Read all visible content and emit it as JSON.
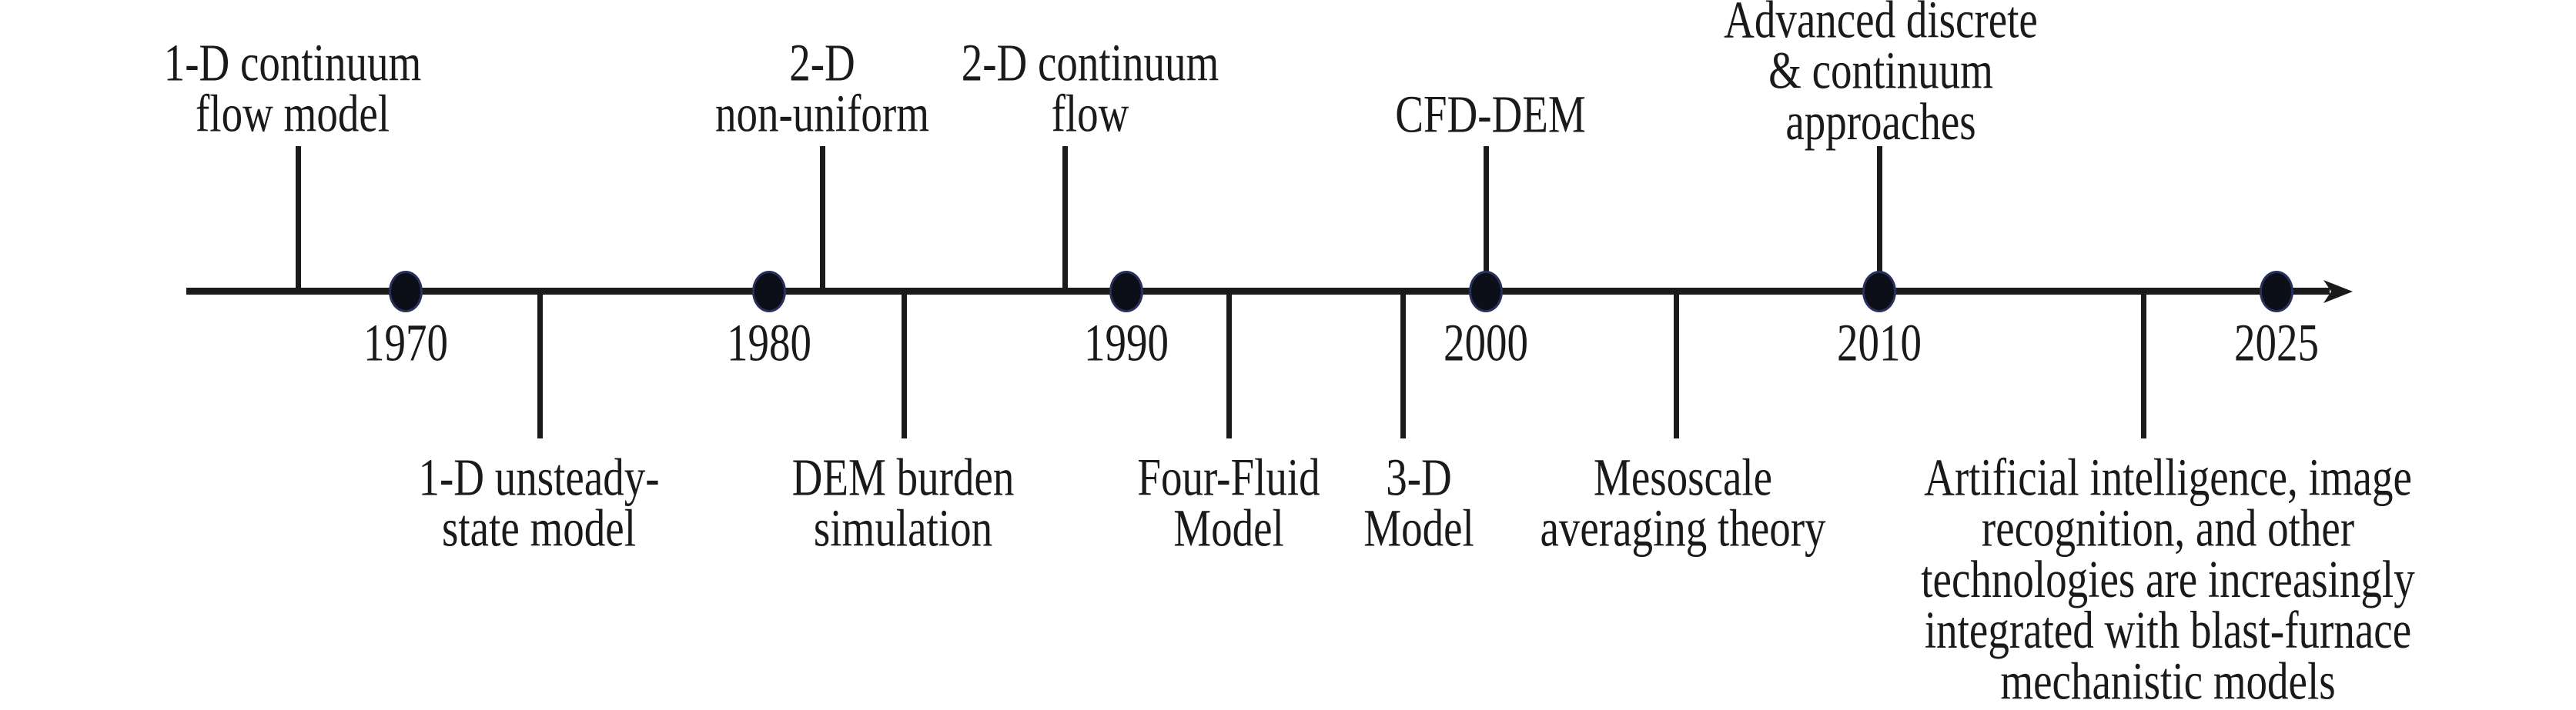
{
  "figure": {
    "background_color": "#ffffff",
    "line_color": "#1a1a1a",
    "dot_color": "#0c0e18",
    "dot_edge_color": "#27305a",
    "description": "Timeline of blast-furnace model development"
  },
  "timeline": {
    "axis_direction": "left-to-right-arrow",
    "years": [
      "1970",
      "1980",
      "1990",
      "2000",
      "2010",
      "2025"
    ],
    "events_above": [
      "1-D continuum\nflow model",
      "2-D\nnon-uniform",
      "2-D continuum\nflow",
      "CFD-DEM",
      "Advanced discrete\n& continuum\napproaches"
    ],
    "events_below": [
      "1-D unsteady-\nstate model",
      "DEM burden\nsimulation",
      "Four-Fluid\nModel",
      "3-D\nModel",
      "Mesoscale\naveraging theory",
      "Artificial intelligence, image\nrecognition, and other\ntechnologies are increasingly\nintegrated with blast-furnace\nmechanistic models"
    ]
  }
}
